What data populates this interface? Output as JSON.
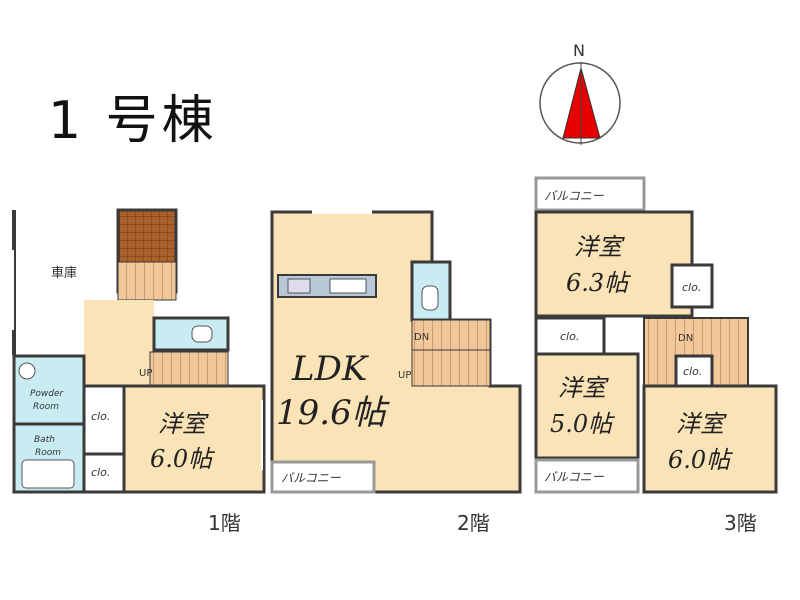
{
  "building_title": "1 号棟",
  "compass_letter": "N",
  "floors": {
    "f1": {
      "label": "1階",
      "garage": "車庫",
      "powder_room_1": "Powder",
      "powder_room_2": "Room",
      "bath_1": "Bath",
      "bath_2": "Room",
      "clo_a": "clo.",
      "clo_b": "clo.",
      "up": "UP",
      "room_name": "洋室",
      "room_size": "6.0帖"
    },
    "f2": {
      "label": "2階",
      "ldk": "LDK",
      "ldk_size": "19.6帖",
      "dn": "DN",
      "up": "UP",
      "balcony": "バルコニー"
    },
    "f3": {
      "label": "3階",
      "balcony_top": "バルコニー",
      "room_a_name": "洋室",
      "room_a_size": "6.3帖",
      "clo_a": "clo.",
      "clo_b": "clo.",
      "clo_c": "clo.",
      "dn": "DN",
      "room_b_name": "洋室",
      "room_b_size": "5.0帖",
      "room_c_name": "洋室",
      "room_c_size": "6.0帖",
      "balcony_bottom": "バルコニー"
    }
  },
  "colors": {
    "room_fill": "#fbe3b8",
    "wet_fill": "#c9ecf3",
    "stair_fill": "#f2c79a",
    "wood_fill": "#a9602a",
    "wall": "#3a3a3a",
    "compass_red": "#e60000"
  }
}
